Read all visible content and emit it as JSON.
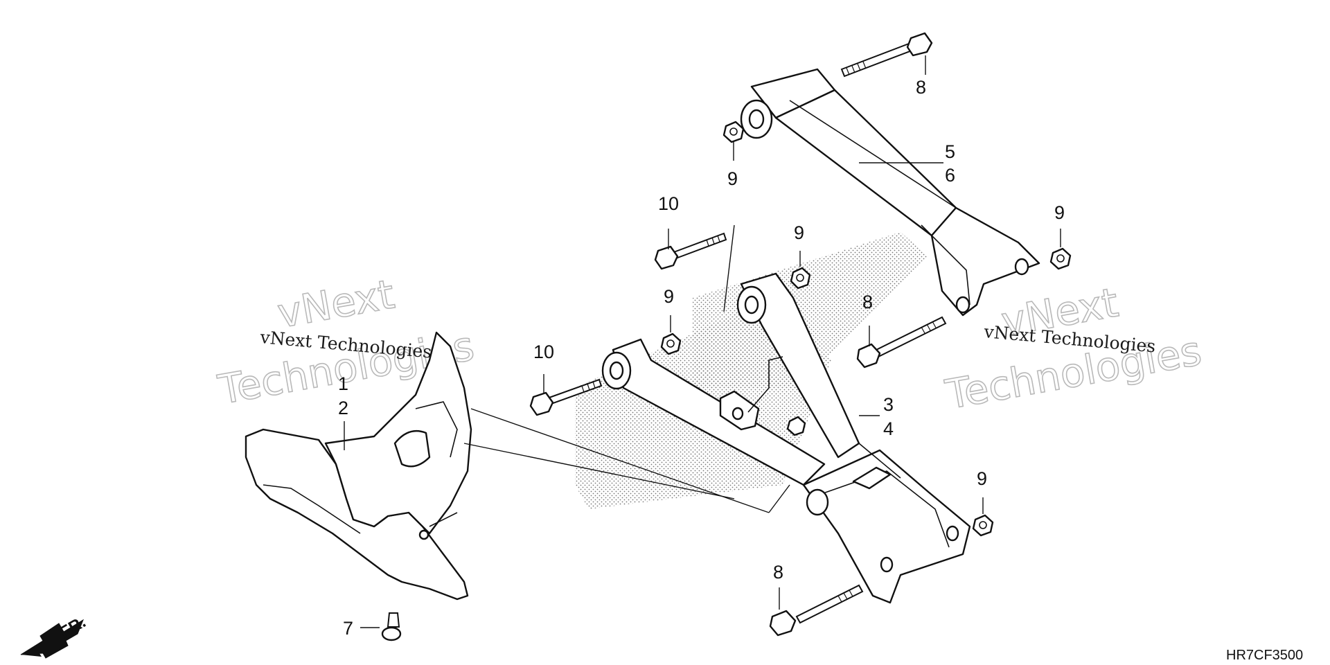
{
  "diagram_code": "HR7CF3500",
  "front_arrow_label": "FR.",
  "watermarks": {
    "company_outline": "vNext",
    "company_outline_2": "Technologies",
    "company_text": "vNext Technologies"
  },
  "callouts": {
    "c1": "1",
    "c2": "2",
    "c3": "3",
    "c4": "4",
    "c5": "5",
    "c6": "6",
    "c7": "7",
    "c8a": "8",
    "c8b": "8",
    "c8c": "8",
    "c9a": "9",
    "c9b": "9",
    "c9c": "9",
    "c9d": "9",
    "c9e": "9",
    "c10a": "10",
    "c10b": "10"
  },
  "icons": {
    "front": "front-direction-arrow-icon"
  }
}
